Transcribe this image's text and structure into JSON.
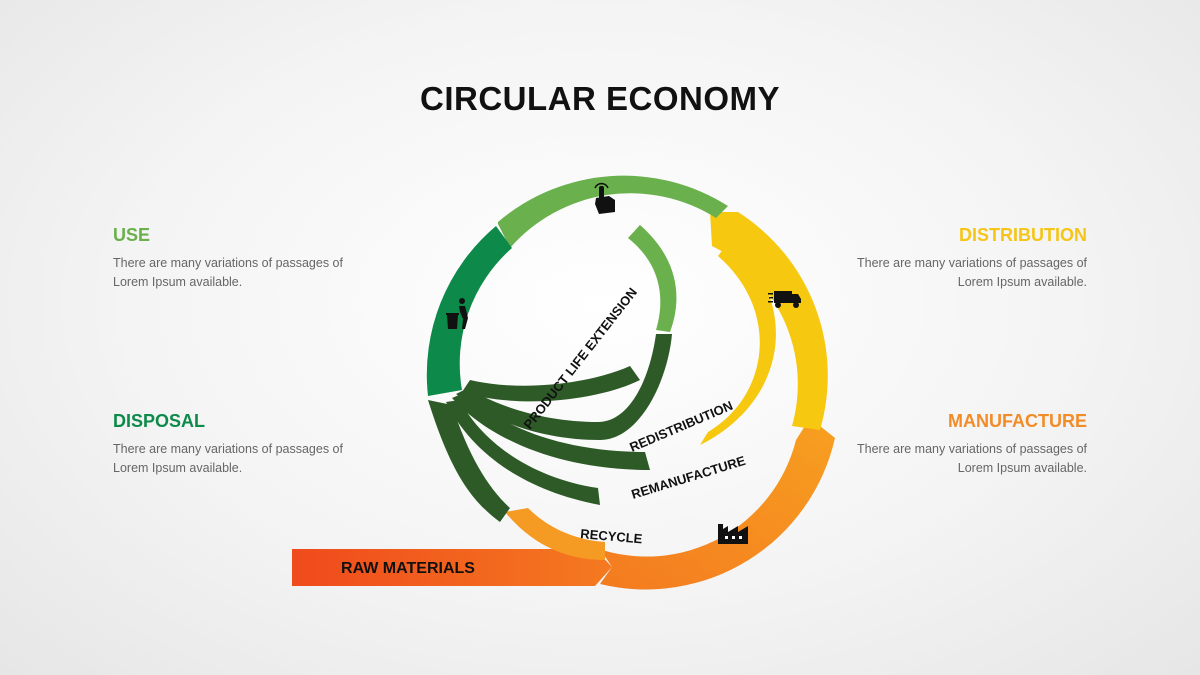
{
  "title": "CIRCULAR ECONOMY",
  "colors": {
    "use": "#6ab04c",
    "distribution": "#f5c518",
    "manufacture": "#f28c28",
    "disposal": "#0d8a4a",
    "dark_green": "#2d5a27",
    "raw_materials": "#f04a1c"
  },
  "blocks": {
    "use": {
      "heading": "USE",
      "text": "There are many variations of passages of Lorem Ipsum available."
    },
    "distribution": {
      "heading": "DISTRIBUTION",
      "text": "There are many variations of passages of Lorem Ipsum available."
    },
    "disposal": {
      "heading": "DISPOSAL",
      "text": "There are many variations of passages of Lorem Ipsum available."
    },
    "manufacture": {
      "heading": "MANUFACTURE",
      "text": "There are many variations of passages of Lorem Ipsum available."
    }
  },
  "loops": {
    "product_life_extension": "PRODUCT LIFE EXTENSION",
    "redistribution": "REDISTRIBUTION",
    "remanufacture": "REMANUFACTURE",
    "recycle": "RECYCLE"
  },
  "raw_materials": "RAW MATERIALS",
  "icons": {
    "use": "hand-pointer-icon",
    "distribution": "delivery-truck-icon",
    "manufacture": "factory-icon",
    "disposal": "trash-disposal-icon"
  }
}
